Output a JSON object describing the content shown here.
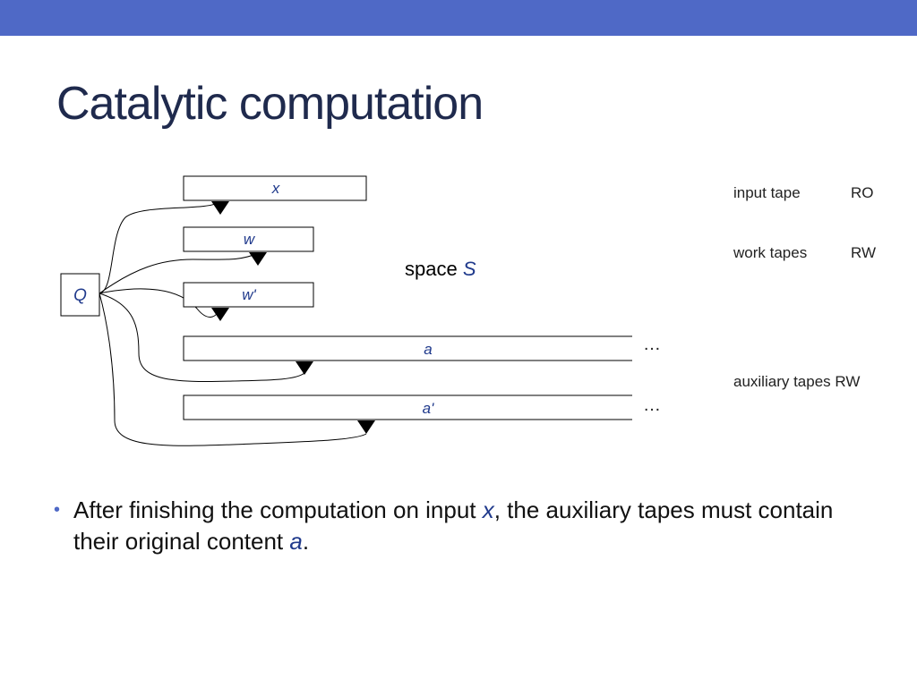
{
  "header": {
    "bar_color": "#4f69c6"
  },
  "slide": {
    "title": "Catalytic computation"
  },
  "diagram": {
    "state_label": "Q",
    "tapes": {
      "input": "x",
      "work1": "w",
      "work2": "w'",
      "aux1": "a",
      "aux2": "a'"
    },
    "ellipsis": "…",
    "space_text": "space",
    "space_var": "S",
    "legend": {
      "input_name": "input tape",
      "input_mode": "RO",
      "work_name": "work tapes",
      "work_mode": "RW",
      "aux_text": "auxiliary tapes RW"
    }
  },
  "bullet": {
    "marker": "•",
    "part1": "After finishing the computation on input ",
    "var1": "x",
    "part2": ", the auxiliary tapes must contain their original content ",
    "var2": "a",
    "part3": "."
  }
}
